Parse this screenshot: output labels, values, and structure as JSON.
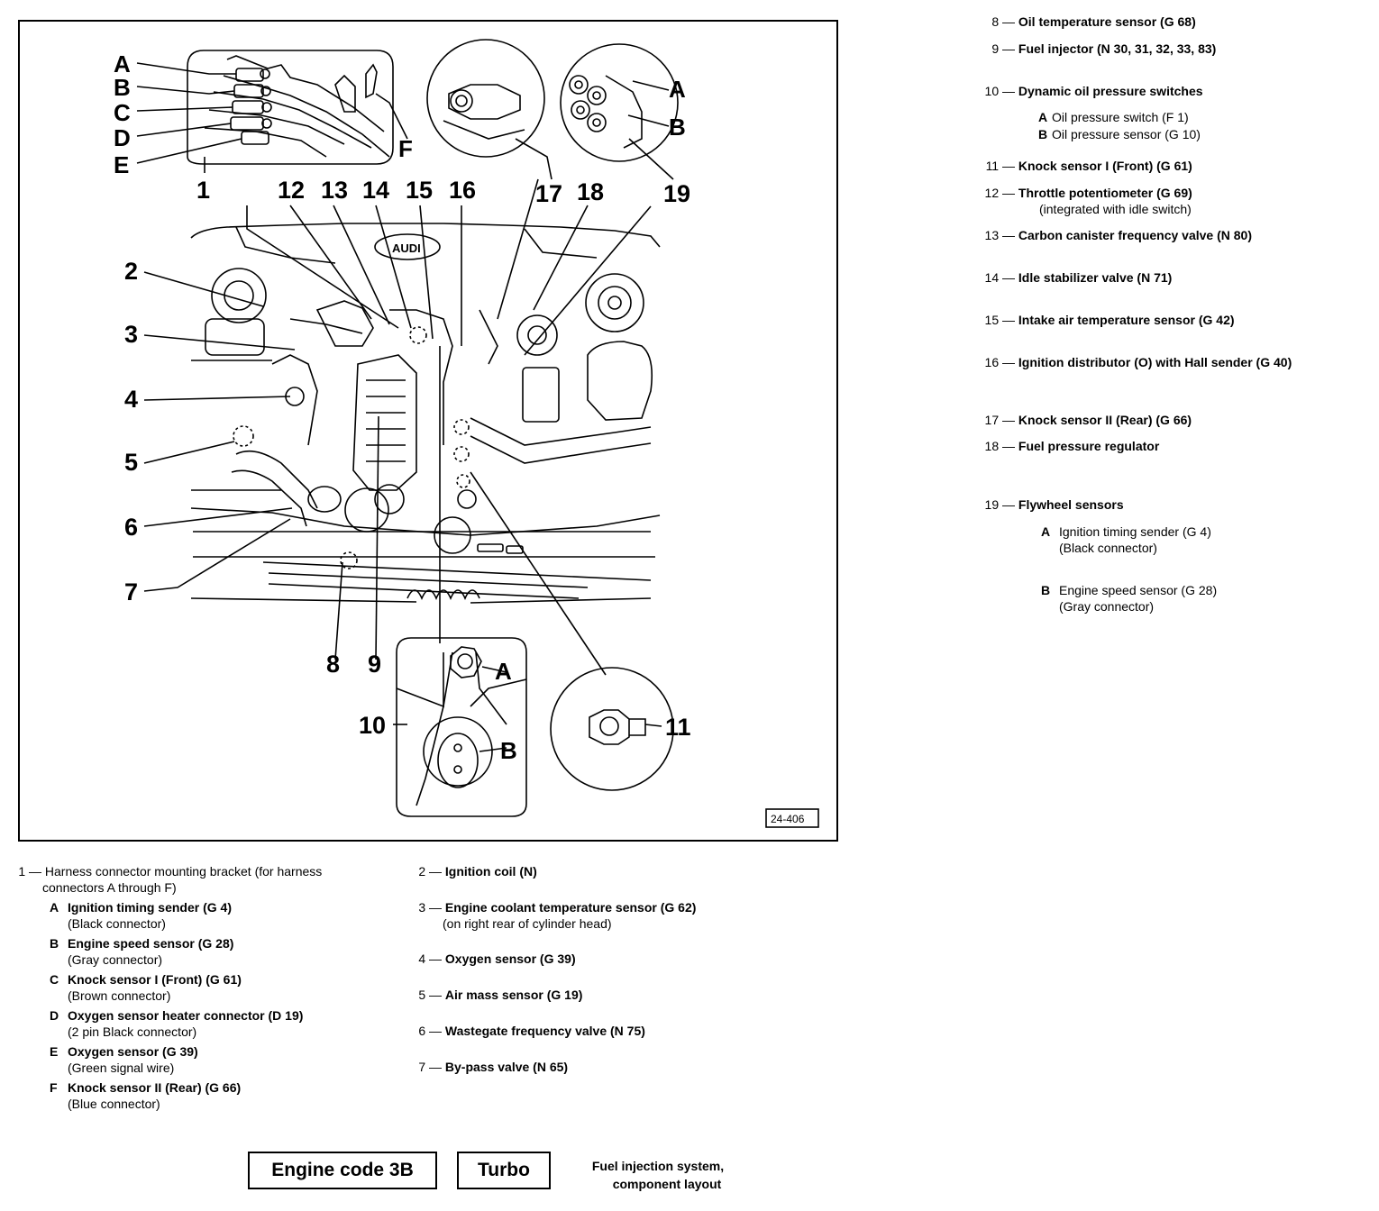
{
  "figure_ref": "24-406",
  "diagram": {
    "letters_top_left": [
      "A",
      "B",
      "C",
      "D",
      "E",
      "F"
    ],
    "callouts": [
      "1",
      "2",
      "3",
      "4",
      "5",
      "6",
      "7",
      "8",
      "9",
      "10",
      "11",
      "12",
      "13",
      "14",
      "15",
      "16",
      "17",
      "18",
      "19"
    ],
    "inset_right_letters": [
      "A",
      "B"
    ],
    "inset_bottom_letters": [
      "A",
      "B"
    ],
    "badge_text": "AUDI"
  },
  "legend_left": [
    {
      "num": "1 —",
      "label": "Harness connector mounting bracket (for harness",
      "label2": "connectors A through F)"
    },
    {
      "sub": [
        {
          "k": "A",
          "label": "Ignition timing sender (G 4)",
          "note": "(Black connector)"
        },
        {
          "k": "B",
          "label": "Engine speed sensor (G 28)",
          "note": "(Gray connector)"
        },
        {
          "k": "C",
          "label": "Knock sensor I (Front) (G 61)",
          "note": "(Brown connector)"
        },
        {
          "k": "D",
          "label": "Oxygen sensor heater connector (D 19)",
          "note": "(2 pin Black connector)"
        },
        {
          "k": "E",
          "label": "Oxygen sensor (G 39)",
          "note": "(Green signal wire)"
        },
        {
          "k": "F",
          "label": "Knock sensor II (Rear) (G 66)",
          "note": "(Blue connector)"
        }
      ]
    }
  ],
  "legend_middle": [
    {
      "num": "2 —",
      "label": "Ignition coil (N)"
    },
    {
      "num": "3 —",
      "label": "Engine coolant temperature sensor (G 62)",
      "note": "(on right rear of cylinder head)"
    },
    {
      "num": "4 —",
      "label": "Oxygen sensor (G 39)"
    },
    {
      "num": "5 —",
      "label": "Air mass sensor (G 19)"
    },
    {
      "num": "6 —",
      "label": "Wastegate frequency valve (N 75)"
    },
    {
      "num": "7 —",
      "label": "By-pass valve (N 65)"
    }
  ],
  "legend_right": [
    {
      "num": "8 —",
      "label": "Oil temperature sensor (G 68)"
    },
    {
      "num": "9 —",
      "label": "Fuel injector (N 30, 31, 32, 33, 83)"
    },
    {
      "num": "10 —",
      "label": "Dynamic oil pressure switches"
    },
    {
      "k": "A",
      "label": "Oil pressure switch (F 1)"
    },
    {
      "k": "B",
      "label": "Oil pressure sensor (G 10)"
    },
    {
      "num": "11 —",
      "label": "Knock sensor I (Front) (G 61)"
    },
    {
      "num": "12 —",
      "label": "Throttle potentiometer (G 69)",
      "note": "(integrated with idle switch)"
    },
    {
      "num": "13 —",
      "label": "Carbon canister frequency valve (N 80)"
    },
    {
      "num": "14 —",
      "label": "Idle stabilizer valve (N 71)"
    },
    {
      "num": "15 —",
      "label": "Intake air temperature sensor (G 42)"
    },
    {
      "num": "16 —",
      "label": "Ignition distributor (O) with Hall sender (G 40)"
    },
    {
      "num": "17 —",
      "label": "Knock sensor II (Rear) (G 66)"
    },
    {
      "num": "18 —",
      "label": "Fuel pressure regulator"
    },
    {
      "num": "19 —",
      "label": "Flywheel sensors"
    },
    {
      "k": "A",
      "label": "Ignition timing sender (G 4)",
      "note": "(Black connector)"
    },
    {
      "k": "B",
      "label": "Engine speed sensor (G 28)",
      "note": "(Gray connector)"
    }
  ],
  "footer": {
    "engine_code": "Engine code 3B",
    "variant": "Turbo",
    "caption_line1": "Fuel injection system,",
    "caption_line2": "component layout"
  }
}
